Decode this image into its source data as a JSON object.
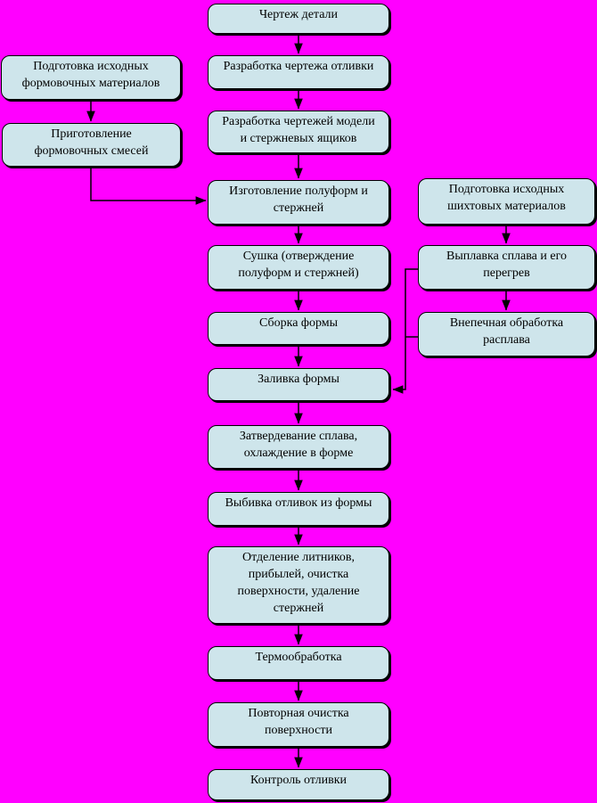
{
  "canvas": {
    "background_color": "#ff00ff",
    "node_fill_color": "#cee5eb",
    "node_border_color": "#000000",
    "text_color": "#000000"
  },
  "diagram_type": "flowchart",
  "nodes": {
    "c1": {
      "label": "Чертеж детали"
    },
    "c2": {
      "label": "Разработка чертежа отливки"
    },
    "c3": {
      "label": "Разработка чертежей модели\nи стержневых ящиков"
    },
    "c4": {
      "label": "Изготовление полуформ и\nстержней"
    },
    "c5": {
      "label": "Сушка (отверждение\nполуформ и стержней)"
    },
    "c6": {
      "label": "Сборка формы"
    },
    "c7": {
      "label": "Заливка формы"
    },
    "c8": {
      "label": "Затвердевание сплава,\nохлаждение в форме"
    },
    "c9": {
      "label": "Выбивка отливок из формы"
    },
    "c10": {
      "label": "Отделение литников,\nприбылей, очистка\nповерхности, удаление\nстержней"
    },
    "c11": {
      "label": "Термообработка"
    },
    "c12": {
      "label": "Повторная очистка\nповерхности"
    },
    "c13": {
      "label": "Контроль отливки"
    },
    "l1": {
      "label": "Подготовка исходных\nформовочных материалов"
    },
    "l2": {
      "label": "Приготовление\nформовочных смесей"
    },
    "r1": {
      "label": "Подготовка исходных\nшихтовых материалов"
    },
    "r2": {
      "label": "Выплавка сплава и его\nперегрев"
    },
    "r3": {
      "label": "Внепечная обработка\nрасплава"
    }
  },
  "edges": [
    {
      "from": "c1",
      "to": "c2"
    },
    {
      "from": "c2",
      "to": "c3"
    },
    {
      "from": "c3",
      "to": "c4"
    },
    {
      "from": "c4",
      "to": "c5"
    },
    {
      "from": "c5",
      "to": "c6"
    },
    {
      "from": "c6",
      "to": "c7"
    },
    {
      "from": "c7",
      "to": "c8"
    },
    {
      "from": "c8",
      "to": "c9"
    },
    {
      "from": "c9",
      "to": "c10"
    },
    {
      "from": "c10",
      "to": "c11"
    },
    {
      "from": "c11",
      "to": "c12"
    },
    {
      "from": "c12",
      "to": "c13"
    },
    {
      "from": "l1",
      "to": "l2"
    },
    {
      "from": "l2",
      "to": "c4"
    },
    {
      "from": "r1",
      "to": "r2"
    },
    {
      "from": "r2",
      "to": "r3"
    },
    {
      "from": "r2",
      "to": "c7"
    },
    {
      "from": "r3",
      "to": "c7"
    }
  ]
}
